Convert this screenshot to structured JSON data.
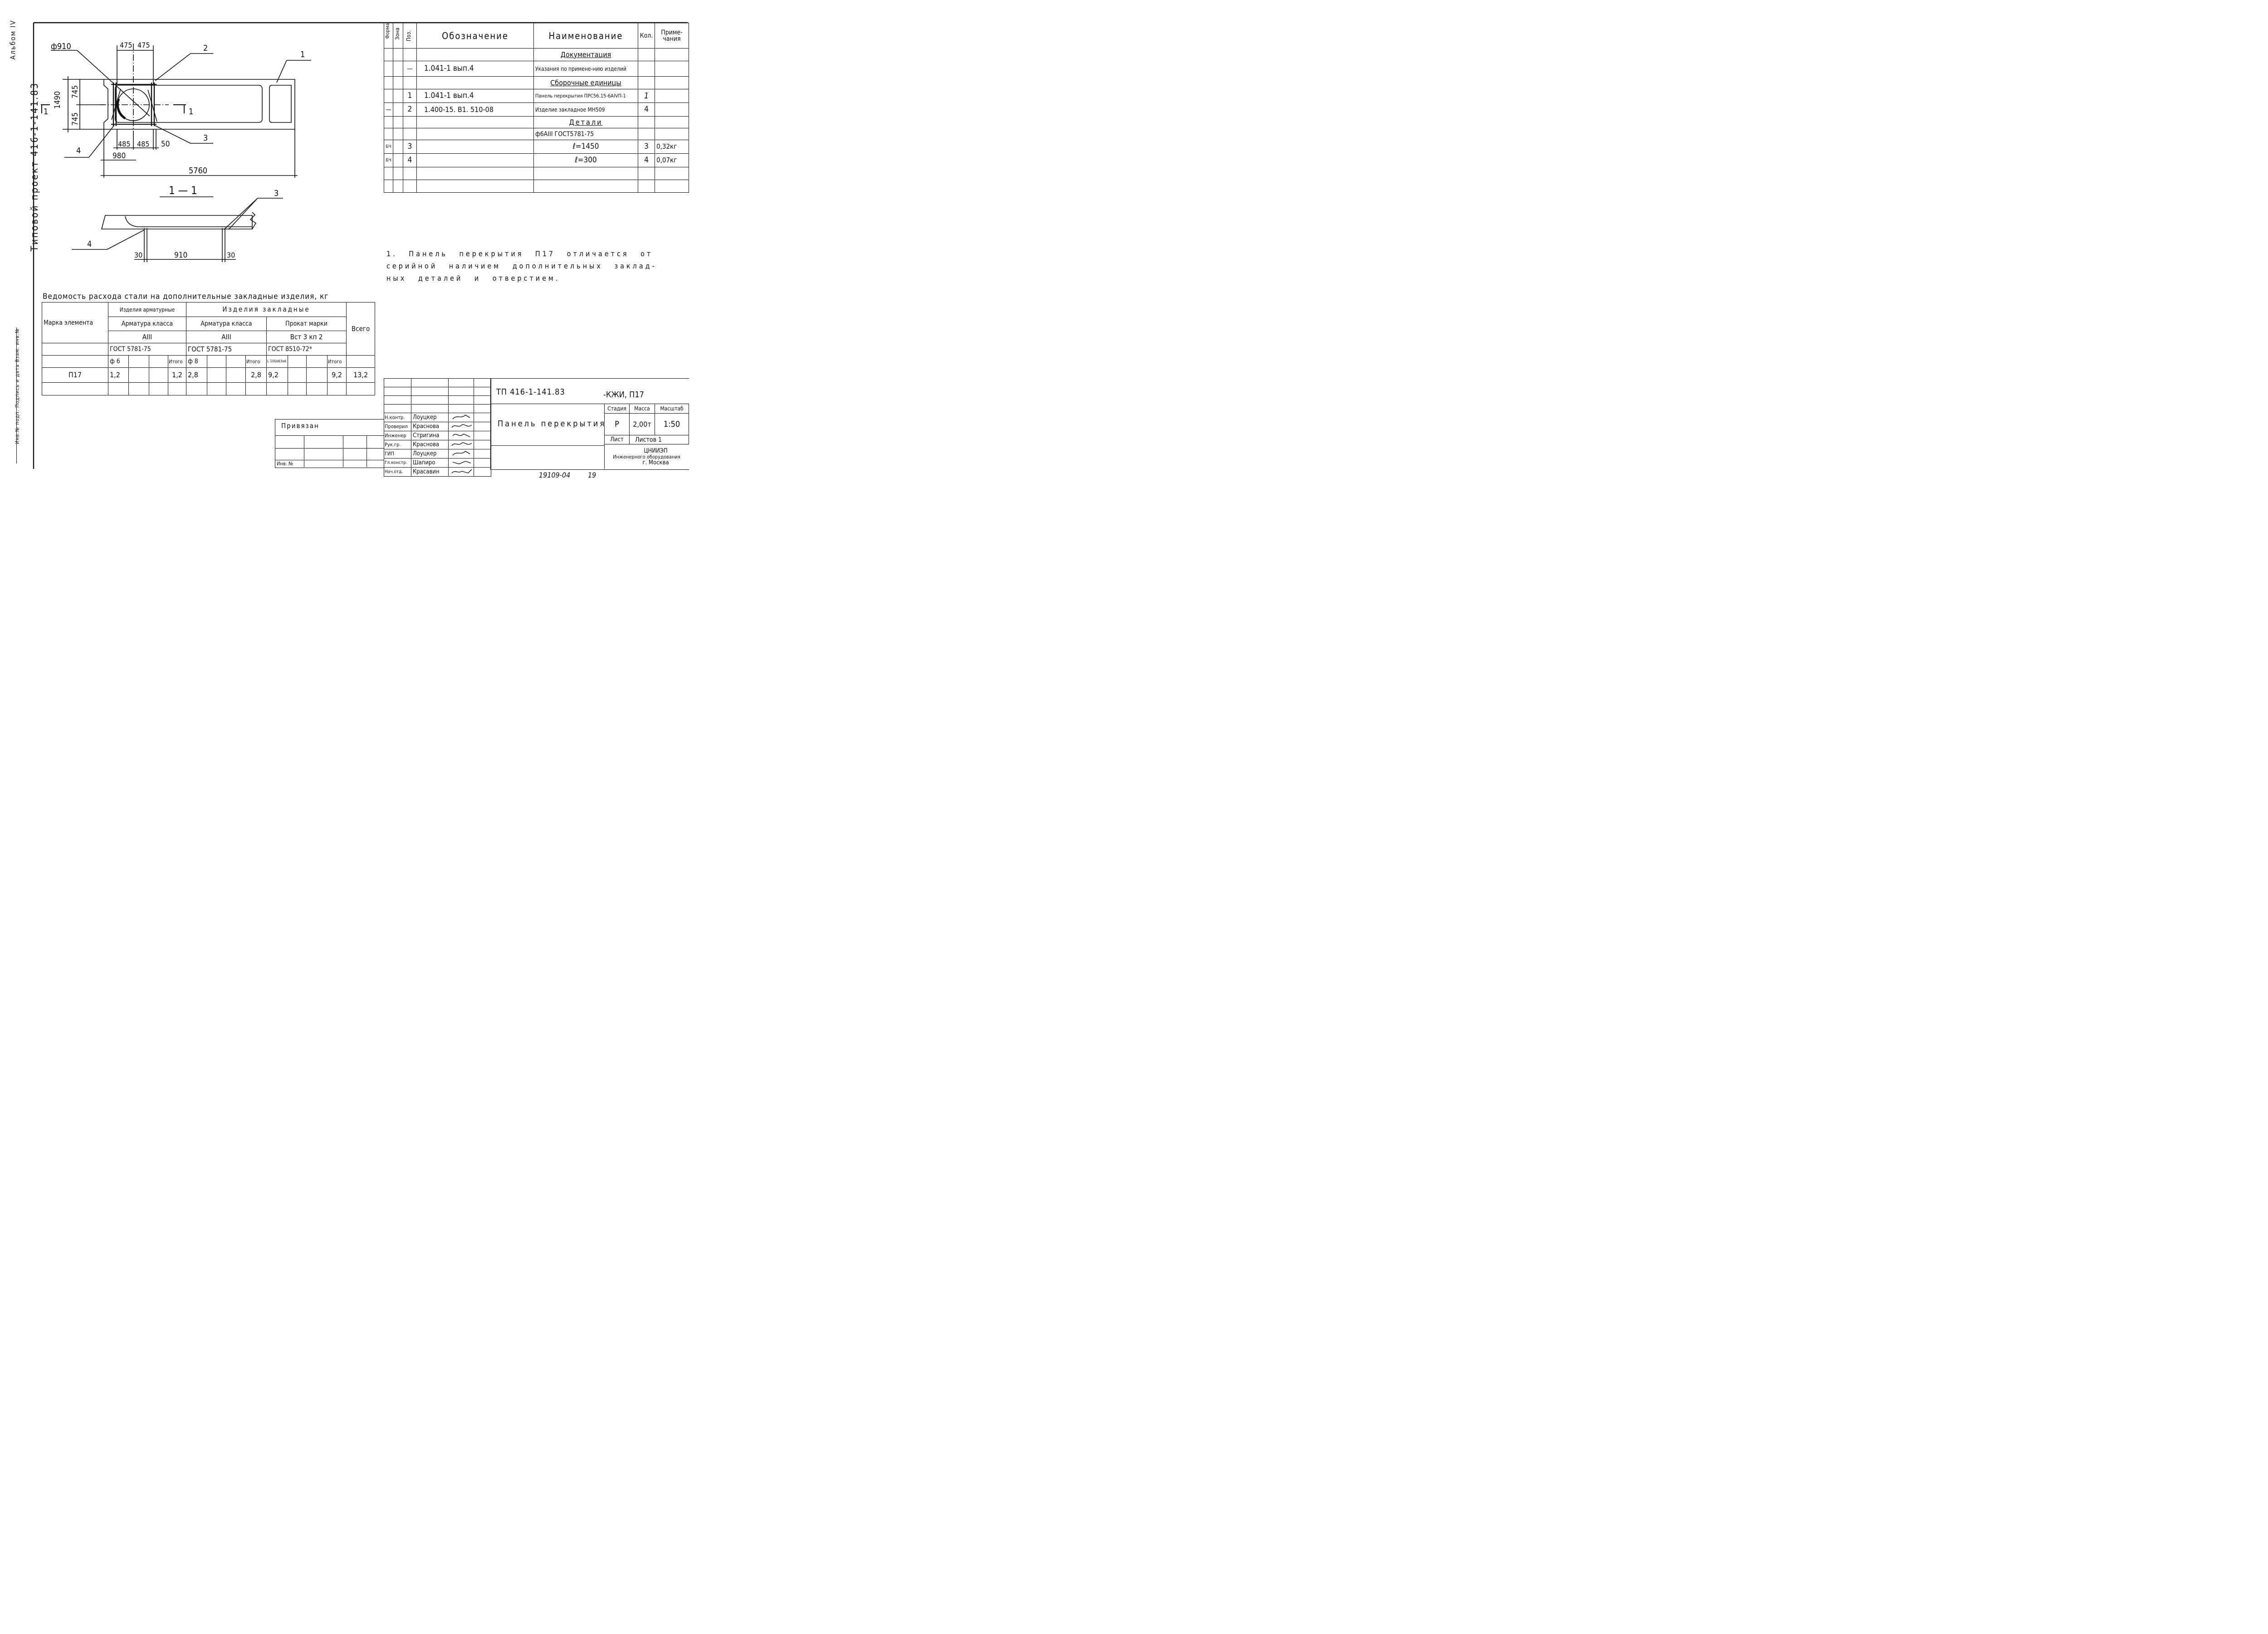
{
  "margin": {
    "corner_mark": "Альбом IV",
    "project_label": "Типовой проект 416-1-141.83",
    "stamp_field": "Инв.№ подп. Подпись и дата Взам. инв.№"
  },
  "plan_view": {
    "dims": {
      "hole_diameter": "ф910",
      "top_half_left": "475",
      "top_half_right": "475",
      "height_total": "1490",
      "height_top": "745",
      "height_bottom": "745",
      "bottom_left": "485",
      "bottom_mid": "485",
      "bottom_right": "50",
      "to_center": "980",
      "length": "5760"
    },
    "callouts": [
      "1",
      "2",
      "3",
      "4"
    ],
    "section_marks": [
      "1",
      "1"
    ]
  },
  "section_view": {
    "title": "1 — 1",
    "callouts": [
      "3",
      "4"
    ],
    "dims": [
      "30",
      "910",
      "30"
    ]
  },
  "spec_table": {
    "headers": {
      "format": "Формат",
      "zone": "Зона",
      "pos": "Поз.",
      "designation": "Обозначение",
      "name": "Наименование",
      "qty": "Кол.",
      "note": "Приме-чания"
    },
    "rows": [
      {
        "fmt": "",
        "pos": "",
        "designation": "",
        "name": "Документация",
        "qty": "",
        "note": ""
      },
      {
        "fmt": "",
        "pos": "—",
        "designation": "1.041-1 вып.4",
        "name": "Указания по примене-нию изделий",
        "qty": "",
        "note": ""
      },
      {
        "fmt": "",
        "pos": "",
        "designation": "",
        "name": "Сборочные единицы",
        "qty": "",
        "note": ""
      },
      {
        "fmt": "",
        "pos": "1",
        "designation": "1.041-1 вып.4",
        "name": "Панель перекрытия ПРС56.15-6АIVП-1",
        "qty": "1",
        "note": ""
      },
      {
        "fmt": "—",
        "pos": "2",
        "designation": "1.400-15. В1. 510-08",
        "name": "Изделие закладное МН509",
        "qty": "4",
        "note": ""
      },
      {
        "fmt": "",
        "pos": "",
        "designation": "",
        "name": "Детали",
        "qty": "",
        "note": ""
      },
      {
        "fmt": "",
        "pos": "",
        "designation": "",
        "name": "ф6АIII ГОСТ5781-75",
        "qty": "",
        "note": ""
      },
      {
        "fmt": "БЧ",
        "pos": "3",
        "designation": "",
        "name": "ℓ=1450",
        "qty": "3",
        "note": "0,32кг"
      },
      {
        "fmt": "БЧ",
        "pos": "4",
        "designation": "",
        "name": "ℓ=300",
        "qty": "4",
        "note": "0,07кг"
      }
    ]
  },
  "note_text": "1. Панель перекрытия П17 отличается от серийной наличием дополнительных заклад-ных деталей и отверстием.",
  "steel_table": {
    "title": "Ведомость расхода стали на дополнительные закладные изделия, кг",
    "mark_header": "Марка элемента",
    "group1": "Изделия арматурные",
    "group2": "Изделия закладные",
    "total_header": "Всего",
    "class1": "Арматура класса",
    "class2": "Арматура класса",
    "class3": "Прокат марки",
    "grade1": "АIII",
    "grade2": "АIII",
    "grade3": "Вст 3 кп 2",
    "gost1": "ГОСТ 5781-75",
    "gost2": "ГОСТ 5781-75",
    "gost3": "ГОСТ 8510-72*",
    "sub1": "ф 6",
    "sub2": "ф 8",
    "sub3": "L 100х63х6",
    "sum_label": "Итого",
    "row": {
      "mark": "П17",
      "v1": "1,2",
      "s1": "1,2",
      "v2": "2,8",
      "s2": "2,8",
      "v3": "9,2",
      "s3": "9,2",
      "total": "13,2"
    }
  },
  "title_block": {
    "code": "ТП 416-1-141.83",
    "code_suffix": "-КЖИ, П17",
    "sheet_title": "Панель перекрытия",
    "stage_header": "Стадия",
    "mass_header": "Масса",
    "scale_header": "Масштаб",
    "stage": "Р",
    "mass": "2,00т",
    "scale": "1:50",
    "sheet_label": "Лист",
    "sheets_label": "Листов 1",
    "org_line1": "ЦНИИЭП",
    "org_line2": "Инженерного оборудования",
    "org_line3": "г. Москва",
    "bound_label": "Привязан",
    "inv_label": "Инв. №",
    "staff": [
      {
        "role": "Н.контр.",
        "name": "Лоуцкер"
      },
      {
        "role": "Проверил",
        "name": "Краснова"
      },
      {
        "role": "Инженер",
        "name": "Стригина"
      },
      {
        "role": "Рук.гр.",
        "name": "Краснова"
      },
      {
        "role": "ГИП",
        "name": "Лоуцкер"
      },
      {
        "role": "Гл.констр.",
        "name": "Шапиро"
      },
      {
        "role": "Нач.отд.",
        "name": "Красавин"
      }
    ]
  },
  "footer": {
    "archive_number": "19109-04",
    "archive_sheet": "19"
  }
}
